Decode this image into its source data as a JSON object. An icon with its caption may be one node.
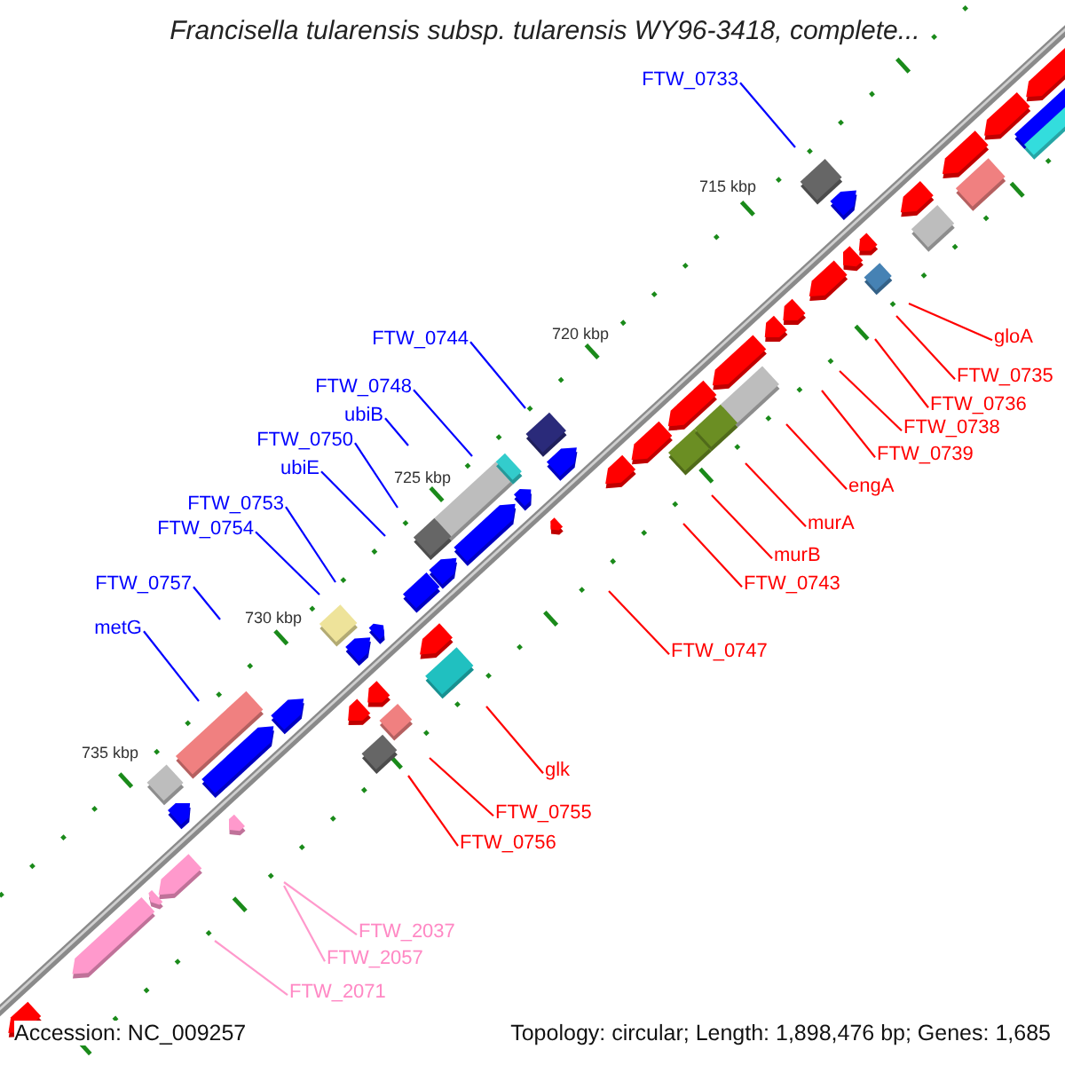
{
  "diagram": {
    "title": "Francisella tularensis subsp. tularensis WY96-3418, complete...",
    "nodes": [
      {
        "text": [
          "FTW_0733"
        ]
      },
      {
        "text": [
          "gloA"
        ]
      },
      {
        "text": [
          "FTW_0744"
        ]
      },
      {
        "text": [
          "FTW_0735"
        ]
      },
      {
        "text": [
          "FTW_0748"
        ]
      },
      {
        "text": [
          "FTW_0736"
        ]
      },
      {
        "text": [
          "ubiB"
        ]
      },
      {
        "text": [
          "FTW_0738"
        ]
      },
      {
        "text": [
          "FTW_0750"
        ]
      },
      {
        "text": [
          "FTW_0739"
        ]
      },
      {
        "text": [
          "ubiE"
        ]
      },
      {
        "text": [
          "engA"
        ]
      },
      {
        "text": [
          "FTW_0753"
        ]
      },
      {
        "text": [
          "murA"
        ]
      },
      {
        "text": [
          "FTW_0754"
        ]
      },
      {
        "text": [
          "murB"
        ]
      },
      {
        "text": [
          "FTW_0743"
        ]
      },
      {
        "text": [
          "FTW_0757"
        ]
      },
      {
        "text": [
          "metG"
        ]
      },
      {
        "text": [
          "FTW_0747"
        ]
      },
      {
        "text": [
          "glk"
        ]
      },
      {
        "text": [
          "FTW_0755"
        ]
      },
      {
        "text": [
          "FTW_0756"
        ]
      },
      {
        "text": [
          "FTW_2037"
        ]
      },
      {
        "text": [
          "FTW_2057"
        ]
      },
      {
        "text": [
          "FTW_2071"
        ]
      }
    ],
    "edges": [
      {
        "from": 0,
        "to": null,
        "arrow": "none",
        "color": "#0000ff"
      },
      {
        "from": 1,
        "to": null,
        "arrow": "none"
      },
      {
        "from": 2,
        "to": null,
        "arrow": "none",
        "color": "#0000ff"
      },
      {
        "from": 3,
        "to": null,
        "arrow": "none"
      },
      {
        "from": 4,
        "to": null,
        "arrow": "none",
        "color": "#0000ff"
      },
      {
        "from": 5,
        "to": null,
        "arrow": "none"
      },
      {
        "from": 6,
        "to": null,
        "arrow": "none",
        "color": "#0000ff"
      },
      {
        "from": 7,
        "to": null,
        "arrow": "none"
      },
      {
        "from": 8,
        "to": null,
        "arrow": "none",
        "color": "#0000ff"
      },
      {
        "from": 9,
        "to": null,
        "arrow": "none"
      },
      {
        "from": 10,
        "to": null,
        "arrow": "none",
        "color": "#0000ff"
      },
      {
        "from": 11,
        "to": null,
        "arrow": "none"
      },
      {
        "from": 12,
        "to": null,
        "arrow": "none",
        "color": "#0000ff"
      },
      {
        "from": 13,
        "to": null,
        "arrow": "none"
      },
      {
        "from": 14,
        "to": null,
        "arrow": "none",
        "color": "#0000ff"
      },
      {
        "from": 15,
        "to": null,
        "arrow": "none"
      },
      {
        "from": 16,
        "to": null,
        "arrow": "none"
      },
      {
        "from": 17,
        "to": null,
        "arrow": "none",
        "color": "#0000ff"
      },
      {
        "from": 18,
        "to": null,
        "arrow": "none",
        "color": "#0000ff"
      },
      {
        "from": 19,
        "to": null,
        "arrow": "none"
      },
      {
        "from": 20,
        "to": null,
        "arrow": "none"
      },
      {
        "from": 21,
        "to": null,
        "arrow": "none"
      },
      {
        "from": 22,
        "to": null,
        "arrow": "none"
      },
      {
        "from": 23,
        "to": null,
        "arrow": "none",
        "color": "#ff99cc"
      },
      {
        "from": 24,
        "to": null,
        "arrow": "none",
        "color": "#ff99cc"
      },
      {
        "from": 25,
        "to": null,
        "arrow": "none",
        "color": "#ff99cc"
      }
    ],
    "labels": [
      "715 kbp",
      "720 kbp",
      "725 kbp",
      "730 kbp",
      "735 kbp",
      "Accession: NC_009257",
      "Topology: circular; Length: 1,898,476 bp; Genes: 1,685"
    ]
  }
}
